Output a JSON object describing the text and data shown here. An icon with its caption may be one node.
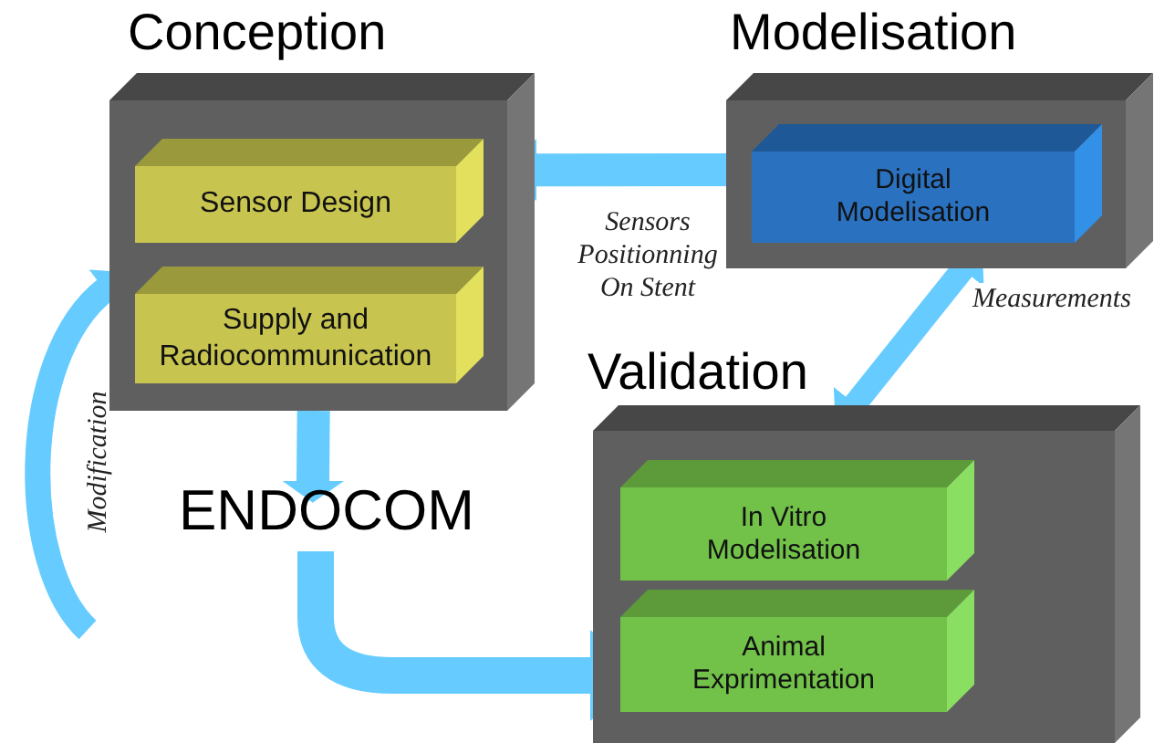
{
  "diagram": {
    "nodes": [
      {
        "text": [
          "Conception"
        ]
      },
      {
        "text": [
          "Sensor Design"
        ],
        "in": 0
      },
      {
        "text": [
          "Supply and Radiocommunication"
        ],
        "in": 0
      },
      {
        "text": [
          "Modelisation"
        ]
      },
      {
        "text": [
          "Digital Modelisation"
        ],
        "in": 3
      },
      {
        "text": [
          "Validation"
        ]
      },
      {
        "text": [
          "In Vitro Modelisation"
        ],
        "in": 5
      },
      {
        "text": [
          "Animal Exprimentation"
        ],
        "in": 5
      },
      {
        "text": [
          "ENDOCOM"
        ]
      }
    ],
    "edges": [
      {
        "from": 3,
        "to": 0,
        "arrow": "to",
        "label": "Sensors Positionning On Stent"
      },
      {
        "from": 3,
        "to": 5,
        "arrow": "both",
        "label": "Measurements"
      },
      {
        "from": 0,
        "to": 8,
        "arrow": "to"
      },
      {
        "from": 8,
        "to": 5,
        "arrow": "to"
      },
      {
        "from": null,
        "to": 0,
        "arrow": "to",
        "label": "Modification"
      }
    ]
  }
}
